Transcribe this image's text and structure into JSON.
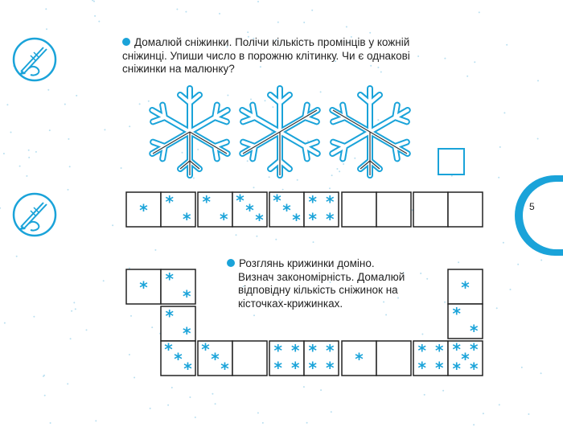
{
  "task1": {
    "lines": [
      "Домалюй сніжинки. Полічи кількість промінців у кожній",
      "сніжинці. Упиши число в порожню клітинку. Чи є однакові",
      "сніжинки на малюнку?"
    ]
  },
  "task2": {
    "lines": [
      "Розглянь крижинки доміно.",
      "Визнач закономірність. Домалюй",
      "відповідну кількість сніжинок на",
      "кісточках-крижинках."
    ]
  },
  "page_number": "5",
  "asterisk": "*",
  "colors": {
    "accent": "#1aa3d9",
    "border": "#222222"
  },
  "icons": [
    "pencil-hand-icon",
    "snowflake-icon",
    "asterisk-icon"
  ],
  "top_row_counts": [
    1,
    2,
    2,
    3,
    3,
    4,
    null,
    null,
    null,
    null
  ],
  "bottom_dominoes": {
    "start": [
      1,
      2
    ],
    "down1": [
      2,
      3
    ],
    "row": [
      [
        3,
        null
      ],
      [
        4,
        4
      ],
      [
        1,
        null
      ],
      [
        4,
        5
      ]
    ],
    "right_top": [
      1,
      2
    ]
  }
}
